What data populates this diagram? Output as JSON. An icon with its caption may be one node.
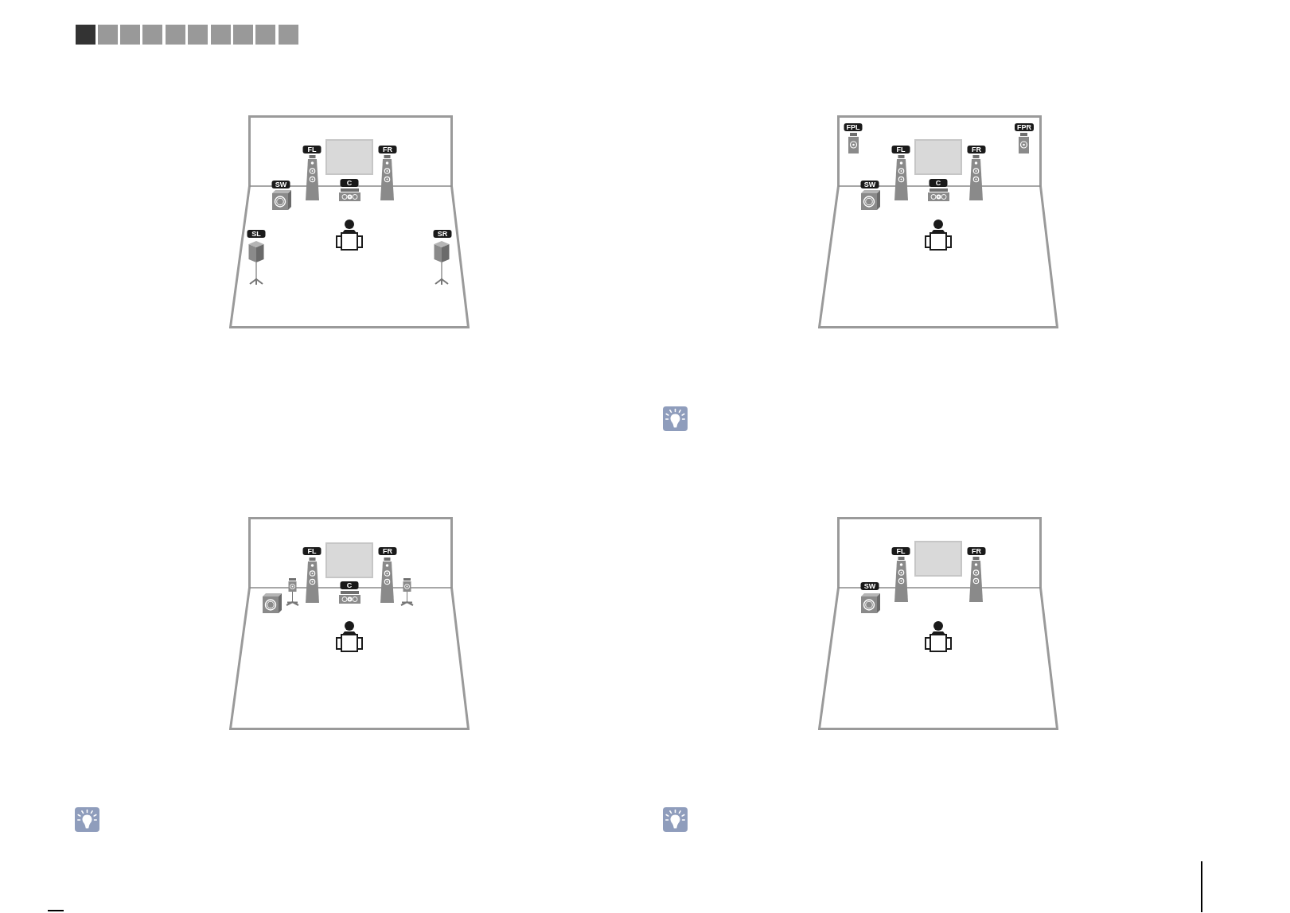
{
  "diagram": {
    "nodes": [
      {
        "text": [],
        "shape": "box"
      },
      {
        "text": [
          "FL"
        ],
        "in": 0
      },
      {
        "text": [
          "FR"
        ],
        "in": 0
      },
      {
        "text": [
          "SW"
        ],
        "in": 0
      },
      {
        "text": [
          "C"
        ],
        "in": 0
      },
      {
        "text": [
          "SL"
        ],
        "in": 0
      },
      {
        "text": [
          "SR"
        ],
        "in": 0
      },
      {
        "text": [],
        "shape": "box"
      },
      {
        "text": [
          "FL"
        ],
        "in": 7
      },
      {
        "text": [
          "FR"
        ],
        "in": 7
      },
      {
        "text": [
          "C"
        ],
        "in": 7
      },
      {
        "text": [],
        "shape": "box"
      },
      {
        "text": [
          "FPL"
        ],
        "in": 11
      },
      {
        "text": [
          "FPR"
        ],
        "in": 11
      },
      {
        "text": [
          "FL"
        ],
        "in": 11
      },
      {
        "text": [
          "FR"
        ],
        "in": 11
      },
      {
        "text": [
          "SW"
        ],
        "in": 11
      },
      {
        "text": [
          "C"
        ],
        "in": 11
      },
      {
        "text": [],
        "shape": "box"
      },
      {
        "text": [
          "FL"
        ],
        "in": 18
      },
      {
        "text": [
          "FR"
        ],
        "in": 18
      },
      {
        "text": [
          "SW"
        ],
        "in": 18
      }
    ]
  }
}
